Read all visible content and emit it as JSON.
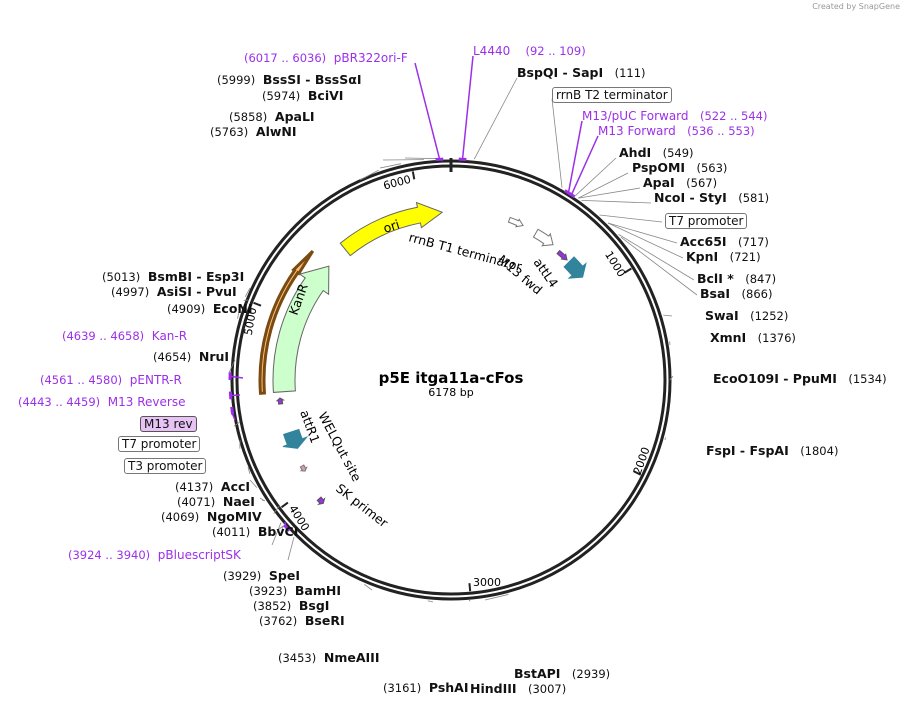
{
  "credit": "Created by SnapGene",
  "plasmid": {
    "name": "p5E itga11a-cFos",
    "size": "6178 bp"
  },
  "ticks": [
    "1000",
    "2000",
    "3000",
    "4000",
    "5000",
    "6000"
  ],
  "features": {
    "ori": "ori",
    "kanr": "KanR",
    "rrnb_t1": "rrnB T1 terminator",
    "m13_fwd": "M13 fwd",
    "attl4": "attL4",
    "attr1": "attR1",
    "welqut": "WELQut site",
    "sk_primer": "SK primer"
  },
  "colors": {
    "ori": "#ffff00",
    "kanr": "#ccffcc",
    "att": "#31849b",
    "primer": "#9b30e8",
    "orange": "#f8c27a"
  },
  "labels": [
    {
      "type": "primer",
      "name": "pBR322ori-F",
      "range": "(6017 .. 6036)"
    },
    {
      "type": "site",
      "name": "BssSI  -  BssSαI",
      "num": "(5999)"
    },
    {
      "type": "site",
      "name": "BciVI",
      "num": "(5974)"
    },
    {
      "type": "site",
      "name": "ApaLI",
      "num": "(5858)"
    },
    {
      "type": "site",
      "name": "AlwNI",
      "num": "(5763)"
    },
    {
      "type": "primer",
      "name": "L4440",
      "range": "(92 .. 109)"
    },
    {
      "type": "site",
      "name": "BspQI  -  SapI",
      "num": "(111)"
    },
    {
      "type": "box",
      "name": "rrnB T2 terminator"
    },
    {
      "type": "primer",
      "name": "M13/pUC Forward",
      "range": "(522 .. 544)"
    },
    {
      "type": "primer",
      "name": "M13 Forward",
      "range": "(536 .. 553)"
    },
    {
      "type": "site",
      "name": "AhdI",
      "num": "(549)"
    },
    {
      "type": "site",
      "name": "PspOMI",
      "num": "(563)"
    },
    {
      "type": "site",
      "name": "ApaI",
      "num": "(567)"
    },
    {
      "type": "site",
      "name": "NcoI  -  StyI",
      "num": "(581)"
    },
    {
      "type": "box",
      "name": "T7 promoter"
    },
    {
      "type": "site",
      "name": "Acc65I",
      "num": "(717)"
    },
    {
      "type": "site",
      "name": "KpnI",
      "num": "(721)"
    },
    {
      "type": "site",
      "name": "BclI *",
      "num": "(847)"
    },
    {
      "type": "site",
      "name": "BsaI",
      "num": "(866)"
    },
    {
      "type": "site",
      "name": "SwaI",
      "num": "(1252)"
    },
    {
      "type": "site",
      "name": "XmnI",
      "num": "(1376)"
    },
    {
      "type": "site",
      "name": "EcoO109I  -  PpuMI",
      "num": "(1534)"
    },
    {
      "type": "site",
      "name": "FspI  -  FspAI",
      "num": "(1804)"
    },
    {
      "type": "site",
      "name": "BstAPI",
      "num": "(2939)"
    },
    {
      "type": "site",
      "name": "HindIII",
      "num": "(3007)"
    },
    {
      "type": "site",
      "name": "PshAI",
      "num": "(3161)"
    },
    {
      "type": "site",
      "name": "NmeAIII",
      "num": "(3453)"
    },
    {
      "type": "site",
      "name": "BseRI",
      "num": "(3762)"
    },
    {
      "type": "site",
      "name": "BsgI",
      "num": "(3852)"
    },
    {
      "type": "site",
      "name": "BamHI",
      "num": "(3923)"
    },
    {
      "type": "site",
      "name": "SpeI",
      "num": "(3929)"
    },
    {
      "type": "primer",
      "name": "pBluescriptSK",
      "range": "(3924 .. 3940)"
    },
    {
      "type": "site",
      "name": "BbvCI",
      "num": "(4011)"
    },
    {
      "type": "site",
      "name": "NgoMIV",
      "num": "(4069)"
    },
    {
      "type": "site",
      "name": "NaeI",
      "num": "(4071)"
    },
    {
      "type": "site",
      "name": "AccI",
      "num": "(4137)"
    },
    {
      "type": "box",
      "name": "T3 promoter"
    },
    {
      "type": "box",
      "name": "T7 promoter"
    },
    {
      "type": "boxp",
      "name": "M13 rev"
    },
    {
      "type": "primer",
      "name": "M13 Reverse",
      "range": "(4443 .. 4459)"
    },
    {
      "type": "primer",
      "name": "pENTR-R",
      "range": "(4561 .. 4580)"
    },
    {
      "type": "site",
      "name": "NruI",
      "num": "(4654)"
    },
    {
      "type": "primer",
      "name": "Kan-R",
      "range": "(4639 .. 4658)"
    },
    {
      "type": "site",
      "name": "EcoNI",
      "num": "(4909)"
    },
    {
      "type": "site",
      "name": "AsiSI  -  PvuI",
      "num": "(4997)"
    },
    {
      "type": "site",
      "name": "BsmBI  -  Esp3I",
      "num": "(5013)"
    }
  ]
}
